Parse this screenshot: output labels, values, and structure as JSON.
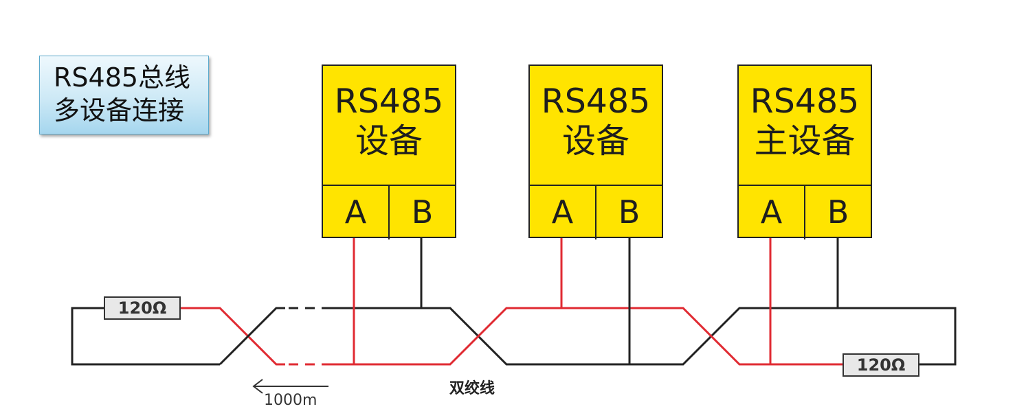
{
  "title": {
    "line1": "RS485总线",
    "line2": "多设备连接"
  },
  "devices": [
    {
      "line1": "RS485",
      "line2": "设备",
      "pin_a": "A",
      "pin_b": "B"
    },
    {
      "line1": "RS485",
      "line2": "设备",
      "pin_a": "A",
      "pin_b": "B"
    },
    {
      "line1": "RS485",
      "line2": "主设备",
      "pin_a": "A",
      "pin_b": "B"
    }
  ],
  "resistors": {
    "left": "120Ω",
    "right": "120Ω"
  },
  "cable_label": "双绞线",
  "distance_label": "1000m",
  "colors": {
    "device_fill": "#ffe400",
    "wire_a": "#e02a32",
    "wire_b": "#222222",
    "title_box": "#cde9f6"
  }
}
